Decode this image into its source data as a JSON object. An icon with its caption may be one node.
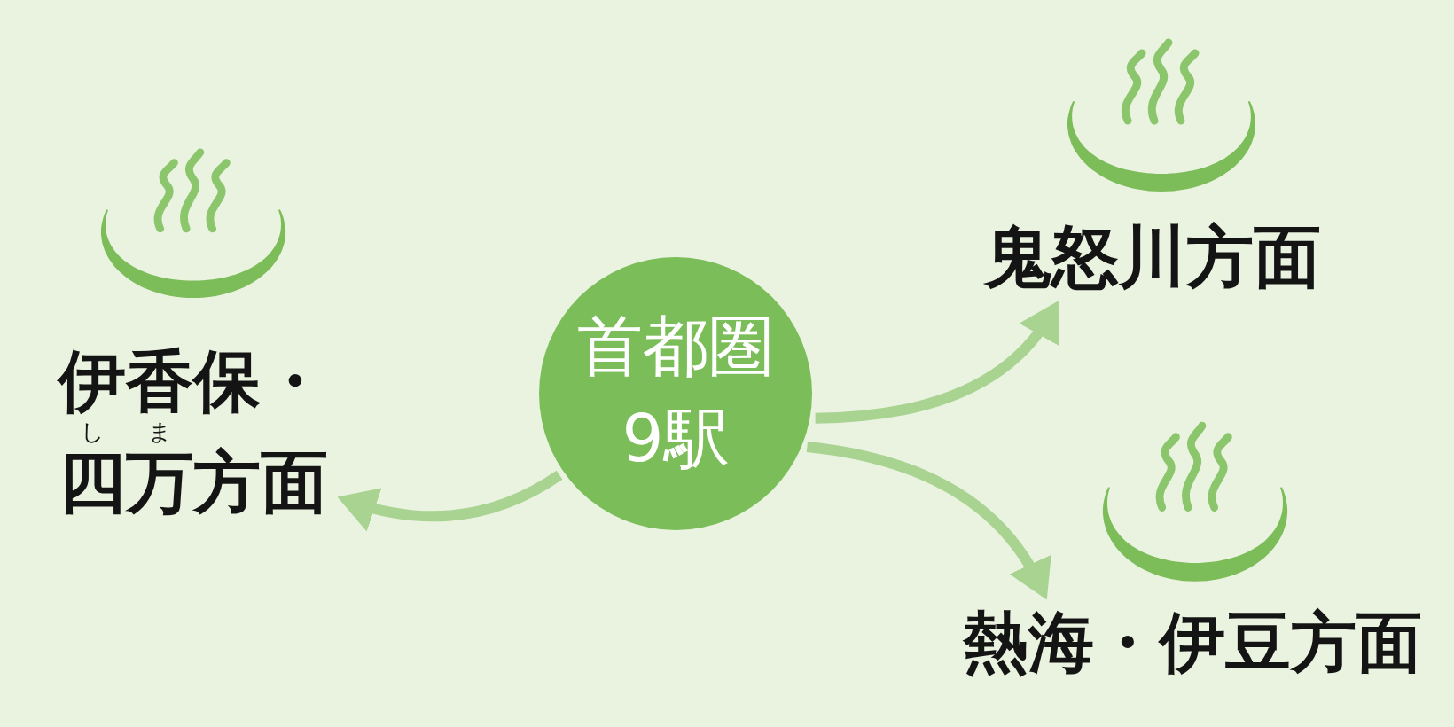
{
  "diagram": {
    "nodes": [
      {
        "text": [
          "首都圏9駅"
        ]
      },
      {
        "text": [
          "伊香保・四万方面"
        ],
        "beside": [
          "し",
          "ま"
        ]
      },
      {
        "text": [
          "鬼怒川方面"
        ]
      },
      {
        "text": [
          "熱海・伊豆方面"
        ]
      }
    ],
    "edges": [
      {
        "from": 0,
        "to": 1,
        "arrow": "to"
      },
      {
        "from": 0,
        "to": 2,
        "arrow": "to"
      },
      {
        "from": 0,
        "to": 3,
        "arrow": "to"
      }
    ]
  }
}
